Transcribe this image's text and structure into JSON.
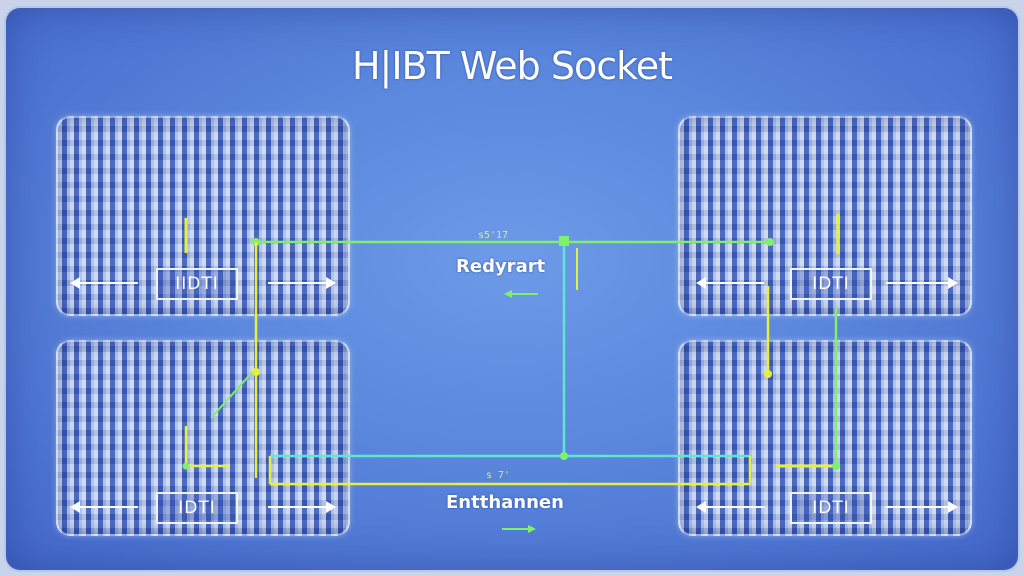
{
  "title": "H|IBT Web Socket",
  "panels": [
    {
      "id": "top-left",
      "label": "IIDTI"
    },
    {
      "id": "top-right",
      "label": "IDTI"
    },
    {
      "id": "bottom-left",
      "label": "IDTI"
    },
    {
      "id": "bottom-right",
      "label": "IDTI"
    }
  ],
  "connections": {
    "top": {
      "label": "Redyrart",
      "small_label": "s5'17"
    },
    "bottom": {
      "label": "Entthannen",
      "small_label": "s 7'"
    }
  },
  "colors": {
    "background": "#5a86dc",
    "wire_green": "#7ff06a",
    "wire_yellow": "#e6f03a",
    "wire_cyan": "#5fe6d0",
    "panel_border": "#dbe6ff"
  }
}
